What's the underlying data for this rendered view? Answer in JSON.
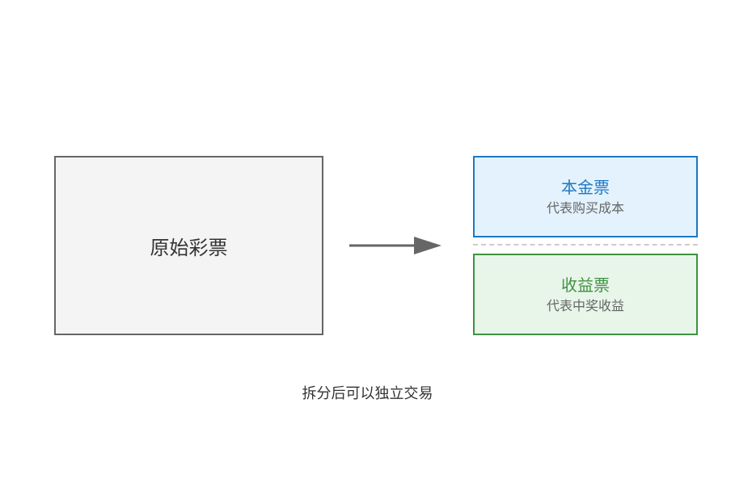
{
  "original_ticket": {
    "label": "原始彩票"
  },
  "principal_ticket": {
    "title": "本金票",
    "subtitle": "代表购买成本"
  },
  "yield_ticket": {
    "title": "收益票",
    "subtitle": "代表中奖收益"
  },
  "caption": "拆分后可以独立交易",
  "colors": {
    "original_fill": "#f4f4f4",
    "original_border": "#666666",
    "principal_fill": "#e3f2fd",
    "principal_border": "#1e78c2",
    "yield_fill": "#e8f5e9",
    "yield_border": "#3f9142",
    "arrow": "#666666",
    "divider": "#cccccc"
  }
}
